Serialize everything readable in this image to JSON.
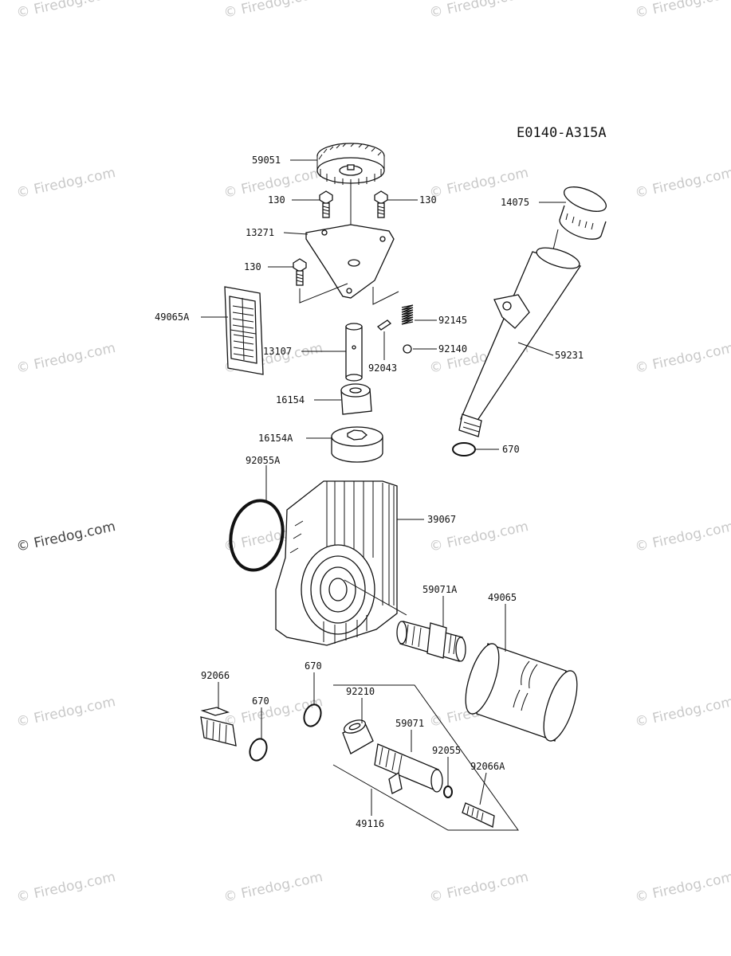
{
  "diagram": {
    "code": "E0140-A315A",
    "watermark_text": "© Firedog.com",
    "parts": [
      {
        "id": "59051",
        "label": "59051"
      },
      {
        "id": "130a",
        "label": "130"
      },
      {
        "id": "130b",
        "label": "130"
      },
      {
        "id": "130c",
        "label": "130"
      },
      {
        "id": "13271",
        "label": "13271"
      },
      {
        "id": "49065A",
        "label": "49065A"
      },
      {
        "id": "92145",
        "label": "92145"
      },
      {
        "id": "13107",
        "label": "13107"
      },
      {
        "id": "92043",
        "label": "92043"
      },
      {
        "id": "92140",
        "label": "92140"
      },
      {
        "id": "14075",
        "label": "14075"
      },
      {
        "id": "59231",
        "label": "59231"
      },
      {
        "id": "16154",
        "label": "16154"
      },
      {
        "id": "16154A",
        "label": "16154A"
      },
      {
        "id": "670a",
        "label": "670"
      },
      {
        "id": "92055A",
        "label": "92055A"
      },
      {
        "id": "39067",
        "label": "39067"
      },
      {
        "id": "59071A",
        "label": "59071A"
      },
      {
        "id": "49065",
        "label": "49065"
      },
      {
        "id": "92066",
        "label": "92066"
      },
      {
        "id": "670b",
        "label": "670"
      },
      {
        "id": "670c",
        "label": "670"
      },
      {
        "id": "92210",
        "label": "92210"
      },
      {
        "id": "59071",
        "label": "59071"
      },
      {
        "id": "92055",
        "label": "92055"
      },
      {
        "id": "92066A",
        "label": "92066A"
      },
      {
        "id": "49116",
        "label": "49116"
      }
    ]
  }
}
